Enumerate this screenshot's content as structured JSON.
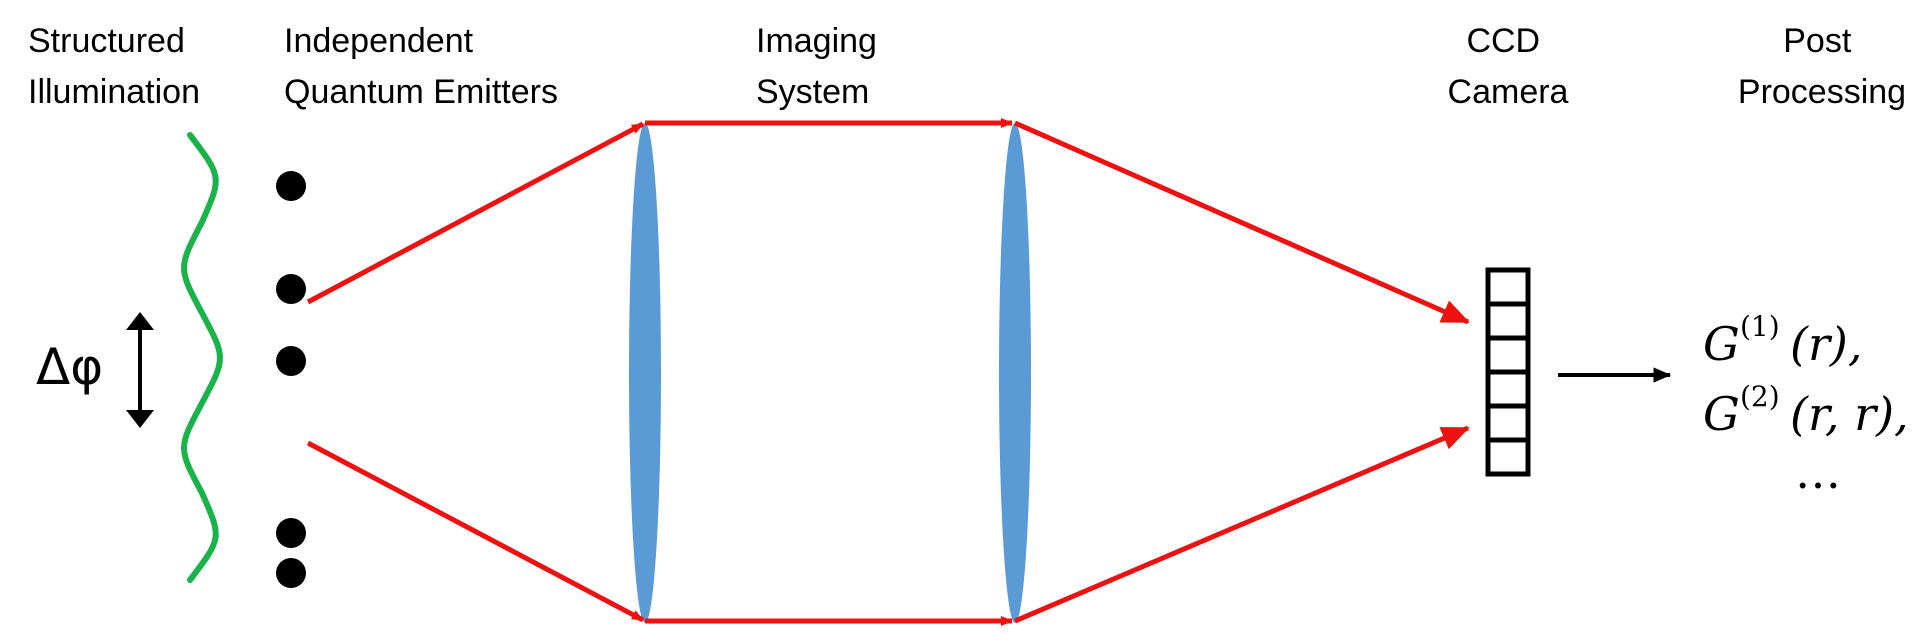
{
  "labels": {
    "illumination": [
      "Structured",
      "Illumination"
    ],
    "emitters": [
      "Independent",
      "Quantum Emitters"
    ],
    "imaging": [
      "Imaging",
      "System"
    ],
    "camera": [
      "CCD",
      "Camera"
    ],
    "processing": [
      "Post",
      "Processing"
    ]
  },
  "delta_phi": "Δφ",
  "outputs": {
    "g1": {
      "symbol": "G",
      "order": "(1)",
      "args": "(r),",
      "args_text": "(r),"
    },
    "g2": {
      "symbol": "G",
      "order": "(2)",
      "args": "(r, r),",
      "args_text": "(r, r),"
    },
    "ellipsis": "…"
  },
  "colors": {
    "illumination_wave": "#1ab34a",
    "light_rays": "#ee1111",
    "lens": "#5b9bd5",
    "emitter": "#000000",
    "camera_outline": "#000000"
  },
  "camera_pixels": 6
}
